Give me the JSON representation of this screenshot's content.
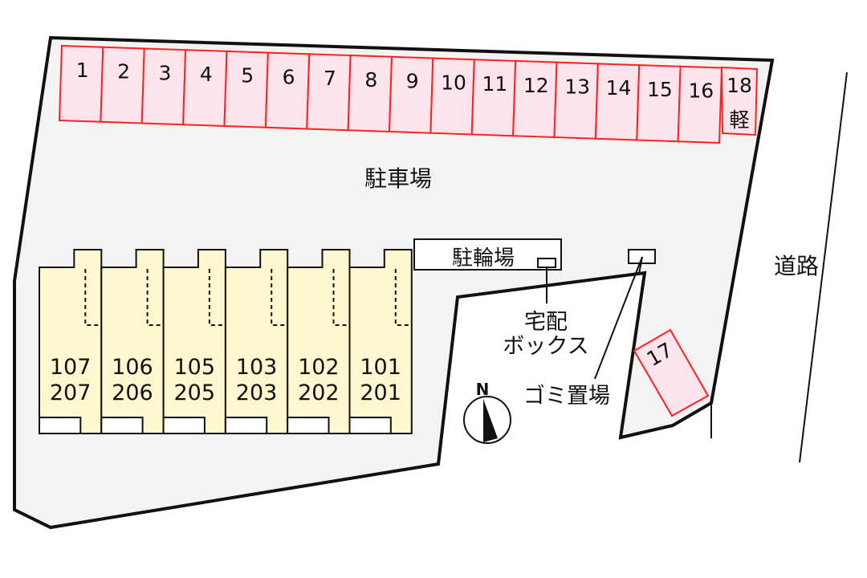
{
  "labels": {
    "parking_lot": "駐車場",
    "bicycle_parking": "駐輪場",
    "delivery_box_line1": "宅配",
    "delivery_box_line2": "ボックス",
    "garbage": "ゴミ置場",
    "road": "道路",
    "north": "N"
  },
  "parking_slots": [
    "1",
    "2",
    "3",
    "4",
    "5",
    "6",
    "7",
    "8",
    "9",
    "10",
    "11",
    "12",
    "13",
    "14",
    "15",
    "16"
  ],
  "kei_slot": {
    "number": "18",
    "note": "軽"
  },
  "extra_slot": "17",
  "units": [
    {
      "lower": "107",
      "upper": "207"
    },
    {
      "lower": "106",
      "upper": "206"
    },
    {
      "lower": "105",
      "upper": "205"
    },
    {
      "lower": "103",
      "upper": "203"
    },
    {
      "lower": "102",
      "upper": "202"
    },
    {
      "lower": "101",
      "upper": "201"
    }
  ],
  "colors": {
    "lot": "#f3f3f3",
    "slot_fill": "#fde3ec",
    "slot_stroke": "#ff2020",
    "building": "#fdf8cf"
  }
}
